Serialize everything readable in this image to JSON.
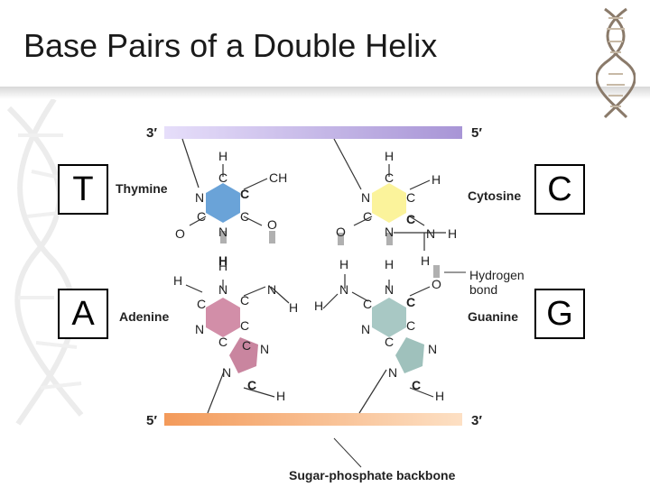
{
  "slide": {
    "title": "Base Pairs of a Double Helix"
  },
  "letters": {
    "t": "T",
    "c": "C",
    "a": "A",
    "g": "G"
  },
  "diagram": {
    "top_strand": {
      "left_end": "3′",
      "right_end": "5′"
    },
    "bottom_strand": {
      "left_end": "5′",
      "right_end": "3′"
    },
    "backbone_label": "Sugar-phosphate backbone",
    "bases": {
      "thymine": "Thymine",
      "cytosine": "Cytosine",
      "adenine": "Adenine",
      "guanine": "Guanine"
    },
    "hydrogen_bond_line1": "Hydrogen",
    "hydrogen_bond_line2": "bond",
    "atoms": {
      "thymine": [
        "H",
        "C",
        "C",
        "CH",
        "N",
        "C",
        "C",
        "O",
        "N",
        "O",
        "H"
      ],
      "cytosine": [
        "H",
        "C",
        "H",
        "N",
        "C",
        "C",
        "C",
        "O",
        "N",
        "N",
        "H",
        "H"
      ],
      "adenine": [
        "H",
        "N",
        "C",
        "N",
        "H",
        "C",
        "C",
        "N",
        "C",
        "C",
        "N",
        "N",
        "C",
        "H",
        "H"
      ],
      "guanine": [
        "H",
        "N",
        "H",
        "H",
        "N",
        "C",
        "O",
        "C",
        "C",
        "N",
        "C",
        "N",
        "N",
        "C",
        "H"
      ]
    }
  },
  "colors": {
    "top_strand": "#b8a6dc",
    "bottom_strand": "#f5b57a",
    "thymine_ring": "#6aa3d8",
    "cytosine_ring": "#fbf39b",
    "adenine_ring": "#d28ea8",
    "guanine_ring": "#a8c8c4",
    "hbond": "#b0b0b0"
  }
}
